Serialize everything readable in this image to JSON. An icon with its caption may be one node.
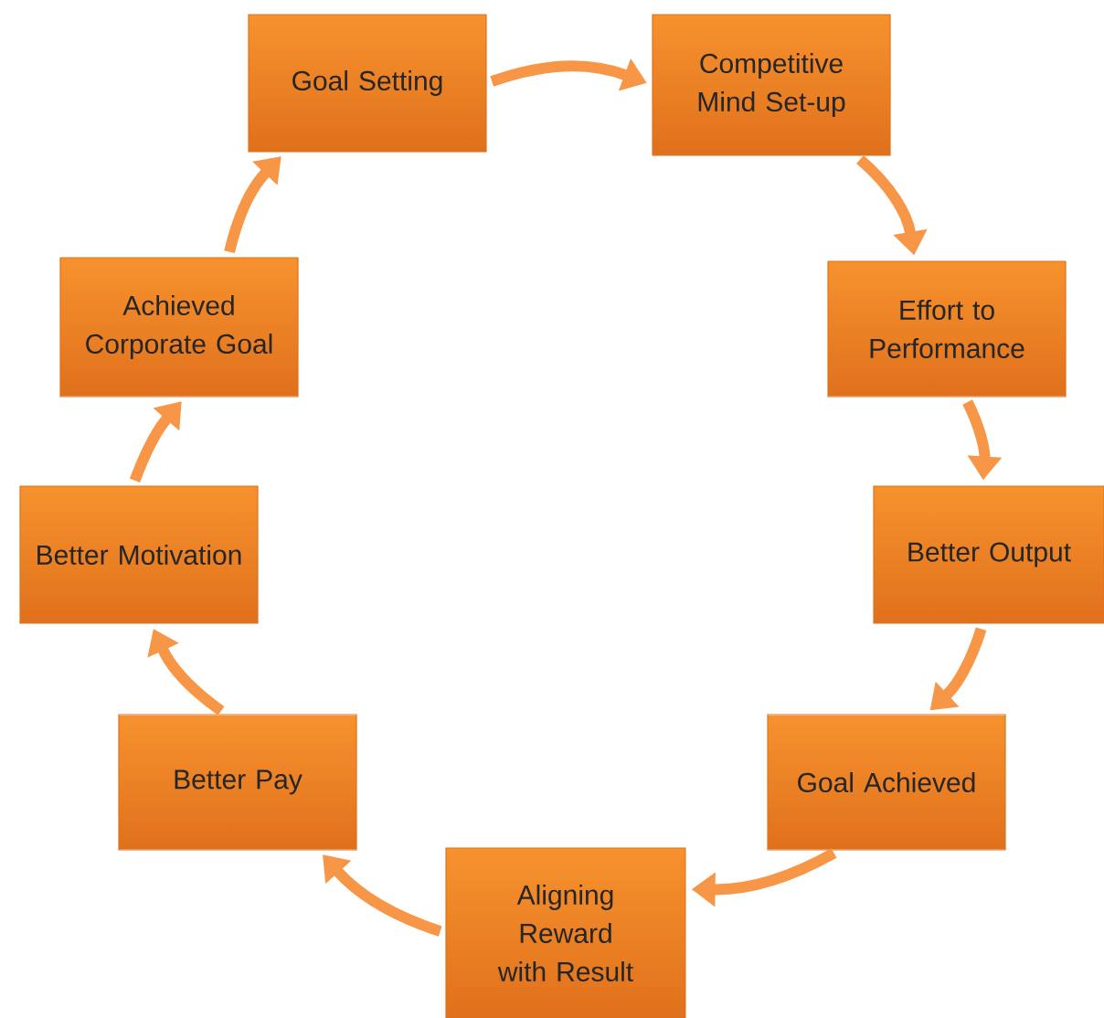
{
  "diagram": {
    "nodes": [
      {
        "text": [
          "Goal Setting"
        ]
      },
      {
        "text": [
          "Competitive Mind Set-up"
        ]
      },
      {
        "text": [
          "Effort to Performance"
        ]
      },
      {
        "text": [
          "Better Output"
        ]
      },
      {
        "text": [
          "Goal Achieved"
        ]
      },
      {
        "text": [
          "Aligning Reward with Result"
        ]
      },
      {
        "text": [
          "Better Pay"
        ]
      },
      {
        "text": [
          "Better Motivation"
        ]
      },
      {
        "text": [
          "Achieved Corporate Goal"
        ]
      }
    ],
    "edges": [
      {
        "from": 0,
        "to": 1,
        "arrow": "to"
      },
      {
        "from": 1,
        "to": 2,
        "arrow": "to"
      },
      {
        "from": 2,
        "to": 3,
        "arrow": "to"
      },
      {
        "from": 3,
        "to": 4,
        "arrow": "to"
      },
      {
        "from": 4,
        "to": 5,
        "arrow": "to"
      },
      {
        "from": 5,
        "to": 6,
        "arrow": "to"
      },
      {
        "from": 6,
        "to": 7,
        "arrow": "to"
      },
      {
        "from": 7,
        "to": 8,
        "arrow": "to"
      },
      {
        "from": 8,
        "to": 0,
        "arrow": "to"
      }
    ]
  }
}
